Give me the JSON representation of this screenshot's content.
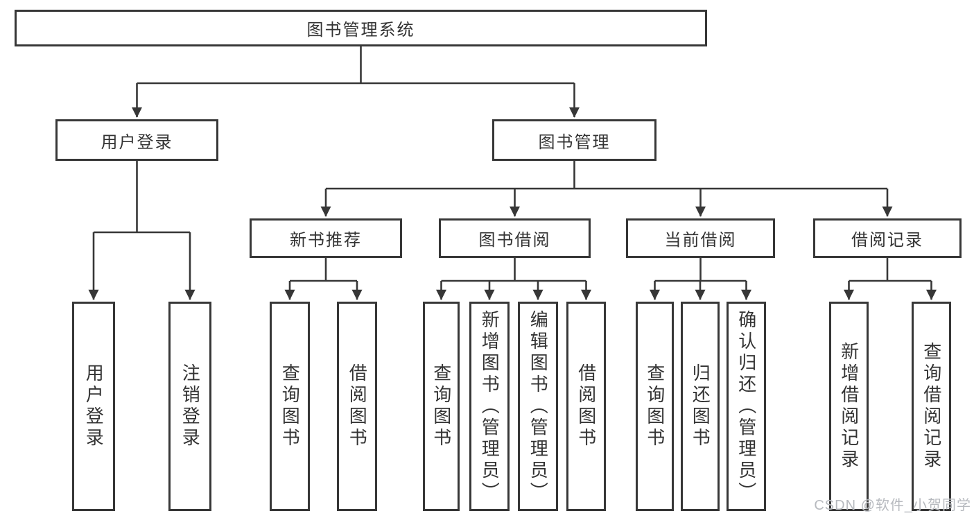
{
  "diagram": {
    "type": "hierarchy-tree",
    "nodes": {
      "root": {
        "label": "图书管理系统"
      },
      "user_login": {
        "label": "用户登录"
      },
      "book_mgmt": {
        "label": "图书管理"
      },
      "new_book": {
        "label": "新书推荐"
      },
      "book_borrow": {
        "label": "图书借阅"
      },
      "current_borrow": {
        "label": "当前借阅"
      },
      "borrow_record": {
        "label": "借阅记录"
      },
      "leaf_user_login": {
        "label": "用户登录"
      },
      "leaf_logout": {
        "label": "注销登录"
      },
      "leaf_nb_query": {
        "label": "查询图书"
      },
      "leaf_nb_borrow": {
        "label": "借阅图书"
      },
      "leaf_bb_query": {
        "label": "查询图书"
      },
      "leaf_bb_add": {
        "label": "新增图书（管理员）"
      },
      "leaf_bb_edit": {
        "label": "编辑图书（管理员）"
      },
      "leaf_bb_borrow": {
        "label": "借阅图书"
      },
      "leaf_cb_query": {
        "label": "查询图书"
      },
      "leaf_cb_return": {
        "label": "归还图书"
      },
      "leaf_cb_confirm": {
        "label": "确认归还（管理员）"
      },
      "leaf_br_add": {
        "label": "新增借阅记录"
      },
      "leaf_br_query": {
        "label": "查询借阅记录"
      }
    },
    "edges": [
      [
        "root",
        "user_login"
      ],
      [
        "root",
        "book_mgmt"
      ],
      [
        "user_login",
        "leaf_user_login"
      ],
      [
        "user_login",
        "leaf_logout"
      ],
      [
        "book_mgmt",
        "new_book"
      ],
      [
        "book_mgmt",
        "book_borrow"
      ],
      [
        "book_mgmt",
        "current_borrow"
      ],
      [
        "book_mgmt",
        "borrow_record"
      ],
      [
        "new_book",
        "leaf_nb_query"
      ],
      [
        "new_book",
        "leaf_nb_borrow"
      ],
      [
        "book_borrow",
        "leaf_bb_query"
      ],
      [
        "book_borrow",
        "leaf_bb_add"
      ],
      [
        "book_borrow",
        "leaf_bb_edit"
      ],
      [
        "book_borrow",
        "leaf_bb_borrow"
      ],
      [
        "current_borrow",
        "leaf_cb_query"
      ],
      [
        "current_borrow",
        "leaf_cb_return"
      ],
      [
        "current_borrow",
        "leaf_cb_confirm"
      ],
      [
        "borrow_record",
        "leaf_br_add"
      ],
      [
        "borrow_record",
        "leaf_br_query"
      ]
    ],
    "colors": {
      "line": "#373737",
      "box_background": "#ffffff",
      "text": "#333333",
      "watermark": "#b7babf"
    },
    "watermark": "CSDN @软件_小贺同学"
  }
}
